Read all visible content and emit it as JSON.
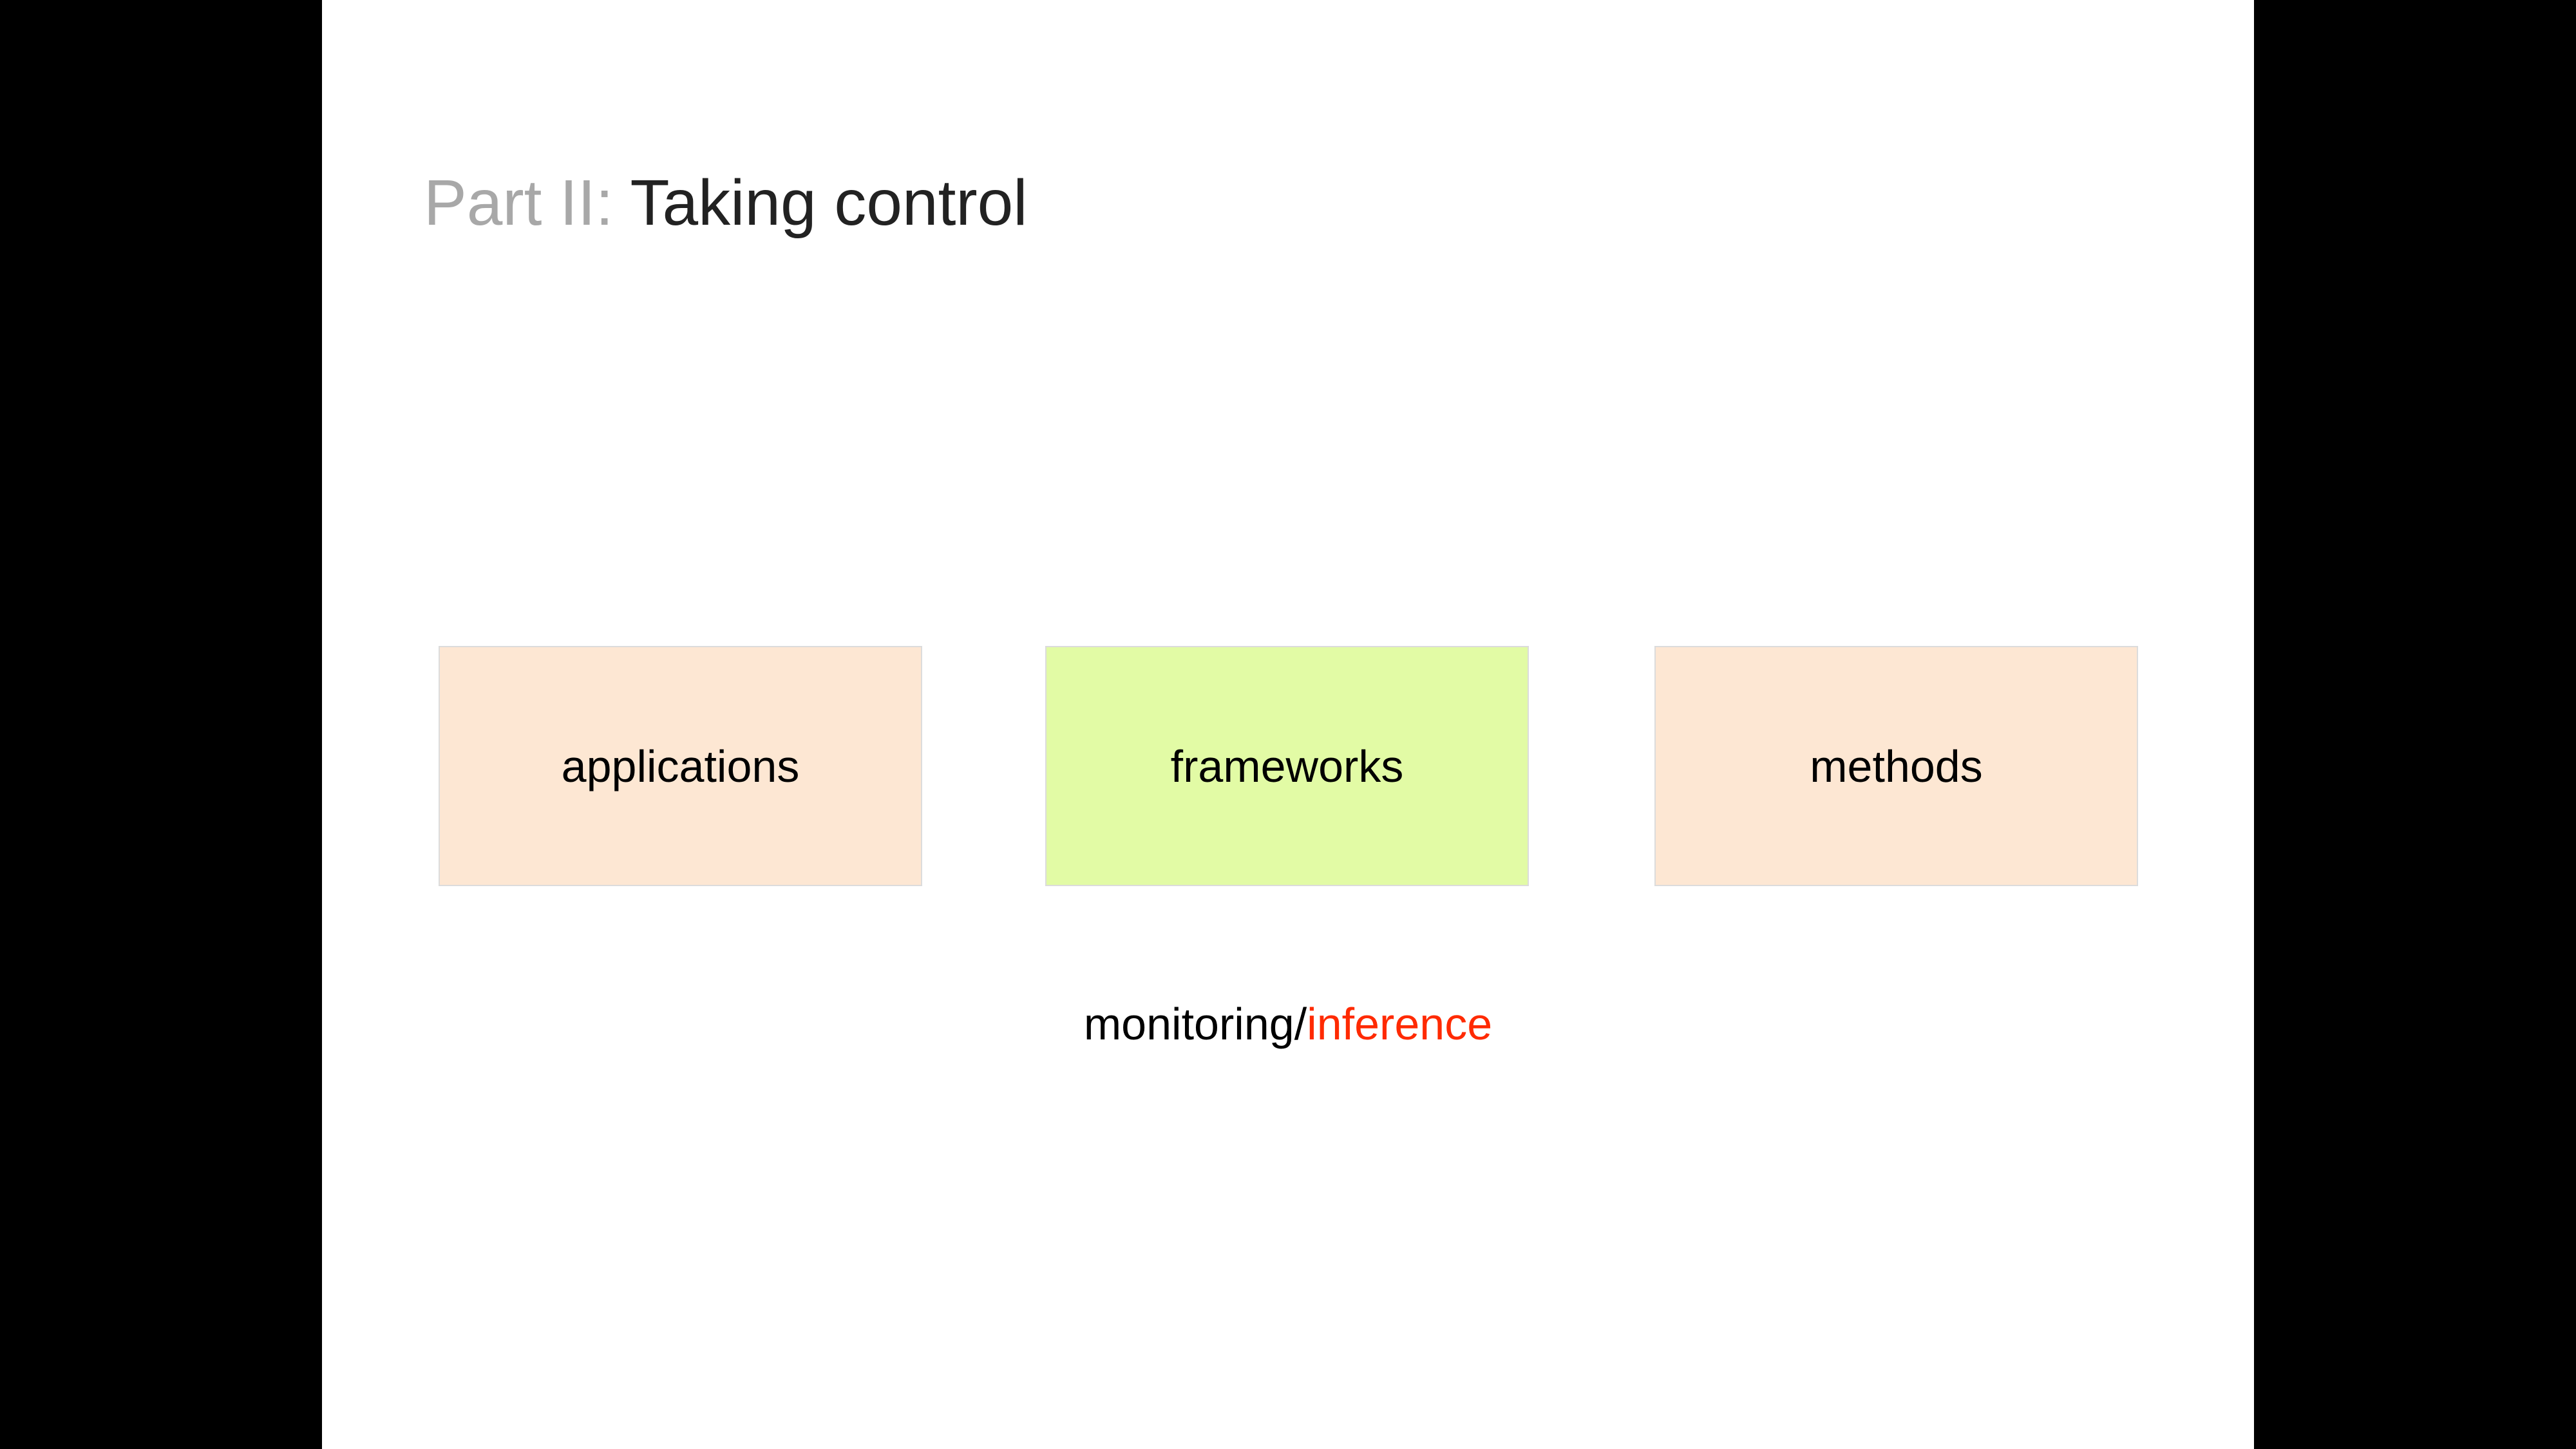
{
  "slide": {
    "title_prefix": "Part II:",
    "title_main": "Taking control",
    "boxes": [
      {
        "label": "applications",
        "color": "#fde7d3"
      },
      {
        "label": "frameworks",
        "color": "#e2fba5"
      },
      {
        "label": "methods",
        "color": "#fde7d3"
      }
    ],
    "caption_part1": "monitoring",
    "caption_sep": "/",
    "caption_part2": "inference",
    "accent_color": "#ff2a00"
  }
}
